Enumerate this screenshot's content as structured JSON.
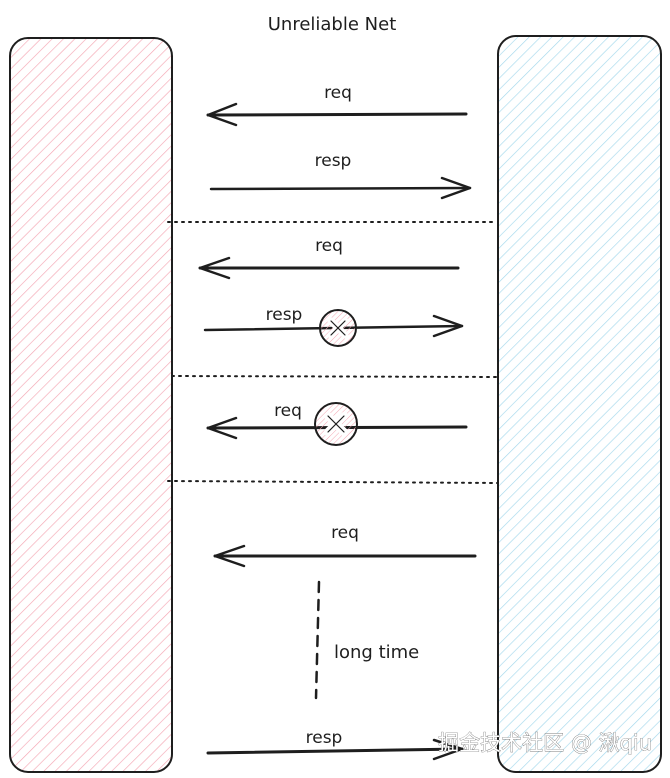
{
  "title": "Unreliable Net",
  "watermark": "掘金技术社区 @ 湫qiu",
  "colors": {
    "client_fill": "#f4a6b3",
    "server_fill": "#a5d8ec",
    "stroke": "#1e1e1e",
    "error_fill": "#f4a6b3"
  },
  "icons": {
    "error": "x-circle-icon",
    "arrow": "arrow-icon"
  },
  "scenarios": [
    {
      "messages": [
        {
          "label": "req",
          "direction": "left",
          "lost": false
        },
        {
          "label": "resp",
          "direction": "right",
          "lost": false
        }
      ]
    },
    {
      "messages": [
        {
          "label": "req",
          "direction": "left",
          "lost": false
        },
        {
          "label": "resp",
          "direction": "right",
          "lost": true
        }
      ]
    },
    {
      "messages": [
        {
          "label": "req",
          "direction": "left",
          "lost": true
        }
      ]
    },
    {
      "messages": [
        {
          "label": "req",
          "direction": "left",
          "lost": false
        },
        {
          "label": "resp",
          "direction": "right",
          "lost": false
        }
      ],
      "delay_label": "long time"
    }
  ]
}
